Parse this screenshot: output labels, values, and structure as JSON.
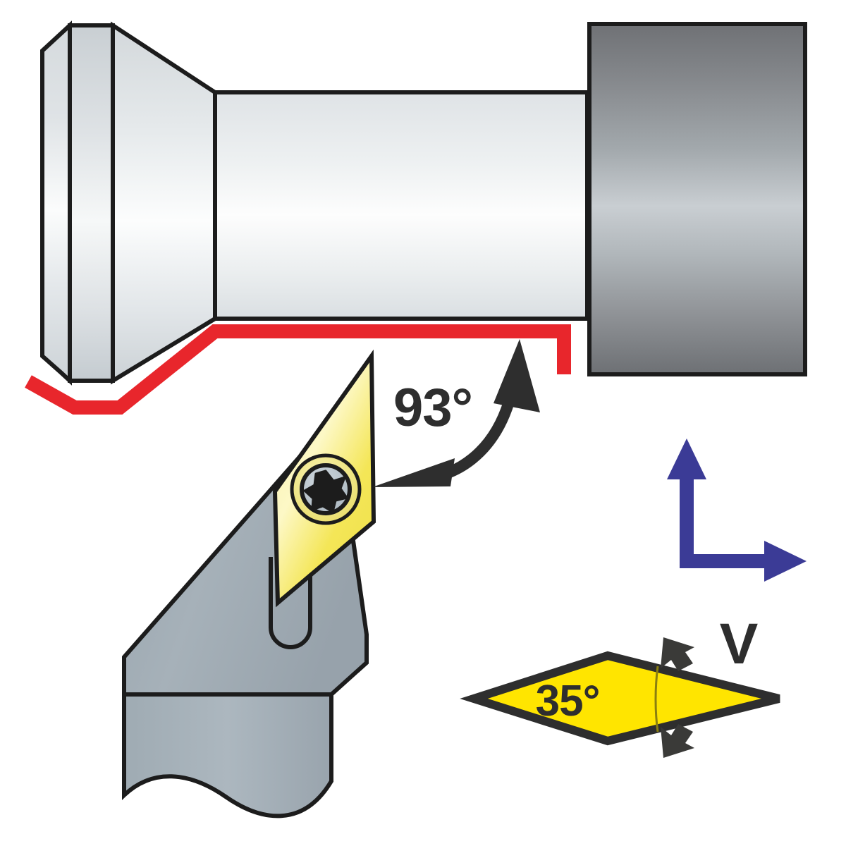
{
  "diagram": {
    "title": "Turning tool lead angle and insert shape diagram",
    "type": "technical-illustration"
  },
  "labels": {
    "lead_angle": "93°",
    "lead_angle_value": 93,
    "insert_angle": "35°",
    "insert_angle_value": 35,
    "insert_shape_code": "V"
  },
  "colors": {
    "toolpath_red": "#e8262c",
    "insert_yellow": "#ffe500",
    "insert_face_yellow_light": "#fbf4b4",
    "axis_blue": "#3b3b96",
    "holder_gray": "#9aa7b0",
    "chuck_gray_mid": "#c6ccd1",
    "chuck_gray_dark": "#78797c",
    "workpiece_light": "#f2f4f5",
    "outline_black": "#1c1c1c",
    "text_dark": "#2e2e2e",
    "screw_gray": "#b9c4cc"
  },
  "parts": [
    {
      "name": "workpiece-stepped-shaft",
      "label": "Stepped cylindrical workpiece"
    },
    {
      "name": "chuck-block",
      "label": "Lathe chuck / jaw block"
    },
    {
      "name": "toolpath-profile",
      "label": "Red machined profile path"
    },
    {
      "name": "tool-holder-shank",
      "label": "Tool holder shank"
    },
    {
      "name": "insert-diamond",
      "label": "35 degree diamond (V) insert"
    },
    {
      "name": "torx-screw",
      "label": "Torx clamping screw"
    },
    {
      "name": "coordinate-axes",
      "label": "Blue feed direction axes"
    },
    {
      "name": "insert-shape-key",
      "label": "Insert shape identification key"
    }
  ],
  "annotations": {
    "angle_arc_93": "Curved double-headed arrow indicating 93 degree lead angle between cutting edge and workpiece axis",
    "diamond_dimension": "Opposed arrows across the 35 degree included angle of the diamond insert",
    "axis_vertical": "Vertical blue feed axis arrow (X)",
    "axis_horizontal": "Horizontal blue feed axis arrow (Z)"
  }
}
